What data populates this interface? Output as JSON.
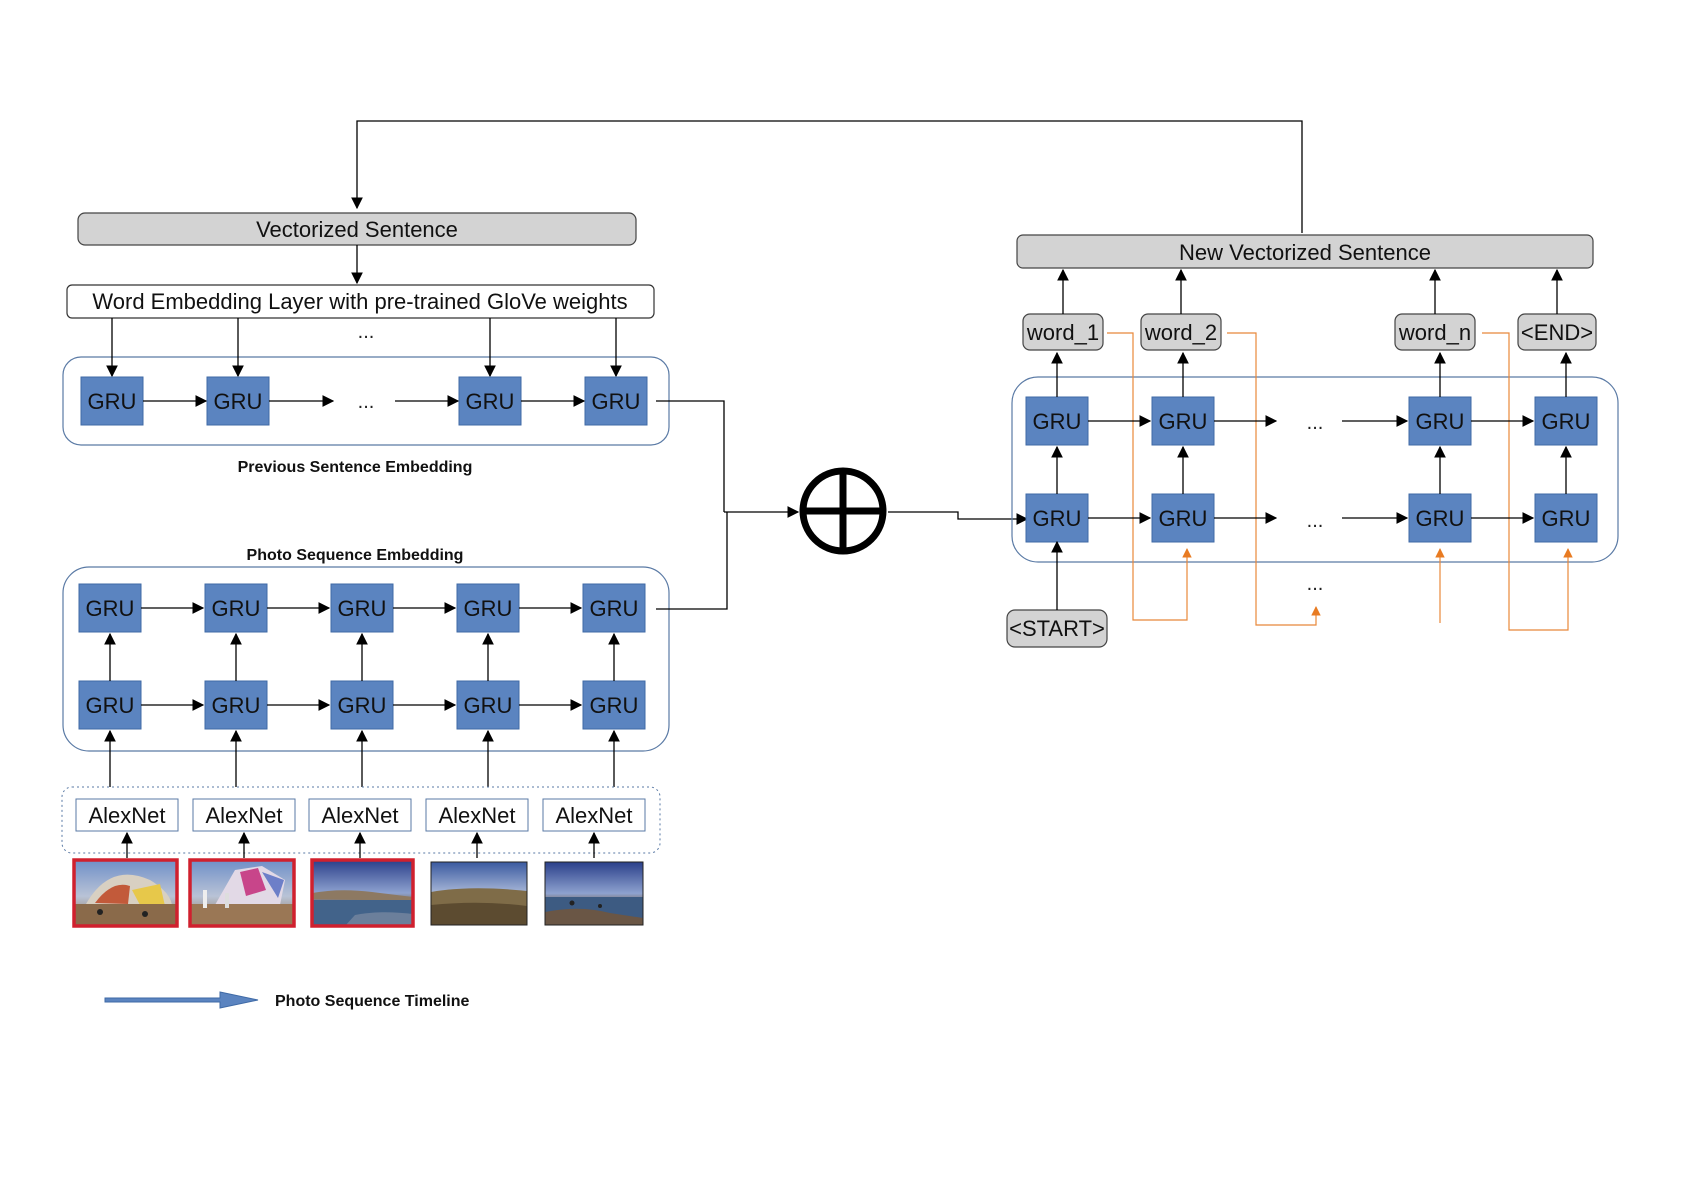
{
  "colors": {
    "gru_fill": "#5b84c0",
    "gru_stroke": "#3f6aa6",
    "gray_box": "#d3d3d3",
    "container_stroke": "#5a7aa5",
    "highlight_border": "#d0202e",
    "feedback_line": "#e8883a",
    "feedback_arrow": "#e87b22",
    "timeline_arrow": "#5b84c0"
  },
  "labels": {
    "vectorized_sentence": "Vectorized Sentence",
    "word_embedding": "Word Embedding Layer with pre-trained GloVe weights",
    "new_vectorized_sentence": "New Vectorized Sentence",
    "gru": "GRU",
    "alexnet": "AlexNet",
    "ellipsis": "...",
    "previous_sentence_embedding": "Previous Sentence Embedding",
    "photo_sequence_embedding": "Photo Sequence Embedding",
    "photo_sequence_timeline": "Photo Sequence Timeline",
    "start_token": "<START>",
    "end_token": "<END>",
    "words": [
      "word_1",
      "word_2",
      "word_n"
    ]
  },
  "icons": {
    "concat": "circled-plus-icon",
    "timeline": "right-arrow-icon"
  },
  "photos": [
    {
      "name": "photo-1",
      "highlighted": true,
      "scene": "festival-sculpture"
    },
    {
      "name": "photo-2",
      "highlighted": true,
      "scene": "festival-art-piece"
    },
    {
      "name": "photo-3",
      "highlighted": true,
      "scene": "lake-landscape"
    },
    {
      "name": "photo-4",
      "highlighted": false,
      "scene": "field-landscape"
    },
    {
      "name": "photo-5",
      "highlighted": false,
      "scene": "lake-shore"
    }
  ]
}
